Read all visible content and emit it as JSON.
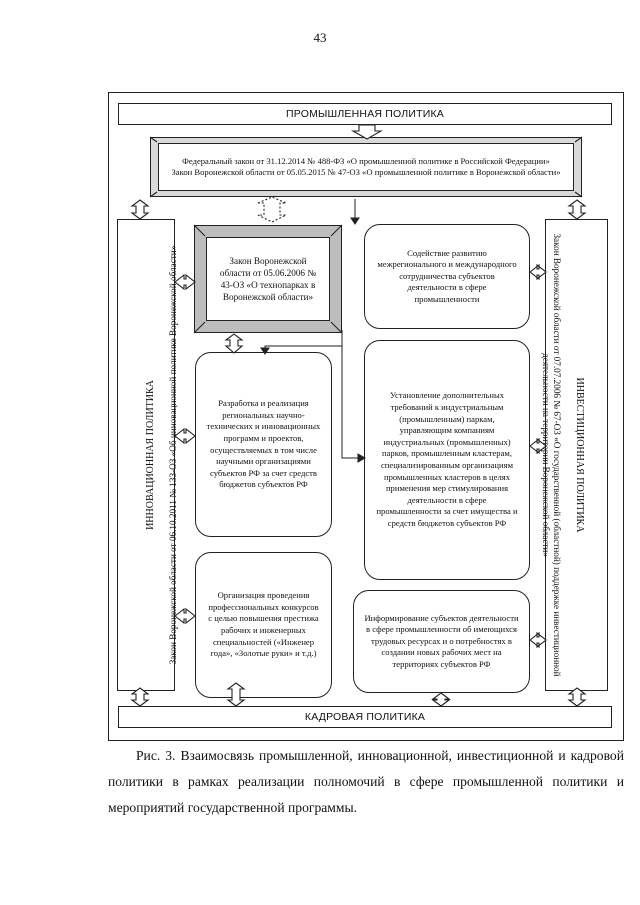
{
  "page_number": "43",
  "top_banner": "ПРОМЫШЛЕННАЯ ПОЛИТИКА",
  "bottom_banner": "КАДРОВАЯ ПОЛИТИКА",
  "federal_laws": {
    "line1": "Федеральный закон от 31.12.2014 № 488-ФЗ «О промышленной политике в Российской Федерации»",
    "line2": "Закон Воронежской области от 05.05.2015 № 47-ОЗ «О промышленной политике в Воронежской области»"
  },
  "left_column": {
    "title": "ИННОВАЦИОННАЯ ПОЛИТИКА",
    "law": "Закон Воронежской области от 06.10.2011 № 133-ОЗ «Об инновационной политике Воронежской области»"
  },
  "right_column": {
    "title": "ИНВЕСТИЦИОННАЯ ПОЛИТИКА",
    "law": "Закон Воронежской области от 07.07.2006 № 67-ОЗ «О государственной (областной) поддержке инвестиционной деятельности на территории Воронежской области»"
  },
  "technopark_law": "Закон Воронежской области от 05.06.2006 № 43-ОЗ «О технопарках в Воронежской области»",
  "boxes": {
    "cooperation": "Содействие развитию межрегионального и международного сотрудничества субъектов деятельности в сфере промышленности",
    "research": "Разработка и реализация региональных научно-технических и инновационных программ и проектов, осуществляемых в том числе научными организациями субъектов РФ за счет средств бюджетов субъектов РФ",
    "requirements": "Установление дополнительных требований к индустриальным (промышленным) паркам, управляющим компаниям индустриальных (промышленных) парков, промышленным кластерам, специализированным организациям промышленных кластеров в целях применения мер стимулирования деятельности в сфере промышленности за счет имущества и средств бюджетов субъектов РФ",
    "contests": "Организация проведения профессиональных конкурсов с целью повышения престижа рабочих и инженерных специальностей («Инженер года», «Золотые руки» и т.д.)",
    "informing": "Информирование субъектов деятельности в сфере промышленности об имеющихся трудовых ресурсах и о потребностях в создании новых рабочих мест на территориях субъектов РФ"
  },
  "caption": "Рис. 3. Взаимосвязь промышленной, инновационной, инвестиционной и кадровой политики в рамках реализации полномочий в сфере промышленной политики и мероприятий государственной программы."
}
